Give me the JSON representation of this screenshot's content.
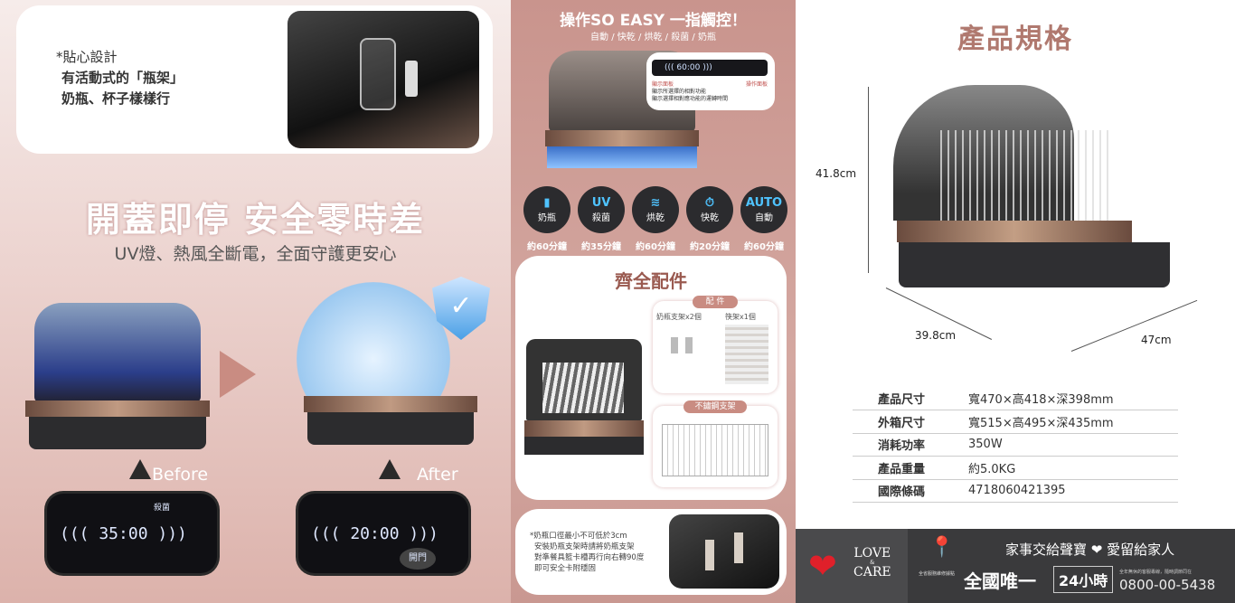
{
  "left": {
    "note_lines": [
      "*貼心設計",
      "有活動式的「瓶架」",
      "奶瓶、杯子樣樣行"
    ],
    "headline": "開蓋即停 安全零時差",
    "subhead": "UV燈、熱風全斷電，全面守護更安心",
    "before_label": "Before",
    "after_label": "After",
    "before_display": "((( 35:00 )))",
    "before_badge": "殺菌",
    "after_display": "((( 20:00 )))",
    "after_badge": "開門"
  },
  "mid": {
    "title": "操作SO EASY 一指觸控！",
    "subtitle": "自動 / 快乾 / 烘乾 / 殺菌 / 奶瓶",
    "panel_display": "((( 60:00 )))",
    "panel_label_left": "顯示面板",
    "panel_label_right": "操作面板",
    "panel_desc": [
      "顯示所選擇的相對功能",
      "顯示選擇相對應功能的運轉時間"
    ],
    "modes": [
      {
        "icon": "bottle-icon",
        "glyph": "▮",
        "label": "奶瓶",
        "time": "約60分鐘"
      },
      {
        "icon": "uv-icon",
        "glyph": "UV",
        "label": "殺菌",
        "time": "約35分鐘"
      },
      {
        "icon": "wind-icon",
        "glyph": "≋",
        "label": "烘乾",
        "time": "約60分鐘"
      },
      {
        "icon": "stopwatch-icon",
        "glyph": "⏱",
        "label": "快乾",
        "time": "約20分鐘"
      },
      {
        "icon": "auto-icon",
        "glyph": "AUTO",
        "label": "自動",
        "time": "約60分鐘"
      }
    ],
    "accessories_title": "齊全配件",
    "parts_badge": "配 件",
    "part1": "奶瓶支架x2個",
    "part2": "筷架x1個",
    "rack_badge": "不鏽鋼支架",
    "note_lines": [
      "*奶瓶口徑最小不可低於3cm",
      "安裝奶瓶支架時請將奶瓶支架",
      "對準餐具籃卡槽再行向右轉90度",
      "即可安全卡附穩固"
    ]
  },
  "right": {
    "title": "產品規格",
    "height_dim": "41.8cm",
    "depth_dim": "39.8cm",
    "width_dim": "47cm",
    "specs": [
      {
        "label": "產品尺寸",
        "value": "寬470×高418×深398mm"
      },
      {
        "label": "外箱尺寸",
        "value": "寬515×高495×深435mm"
      },
      {
        "label": "消耗功率",
        "value": "350W"
      },
      {
        "label": "產品重量",
        "value": "約5.0KG"
      },
      {
        "label": "國際條碼",
        "value": "4718060421395"
      }
    ],
    "footer": {
      "logo_top": "LOVE",
      "logo_amp": "&",
      "logo_bottom": "CARE",
      "map_caption": "全省服務維修據點",
      "slogan": "家事交給聲寶 ❤ 愛留給家人",
      "unique": "全國唯一",
      "hours": "24小時",
      "hotline_caption": "全年無休的客服專線，隨時調節同在",
      "phone": "0800-00-5438"
    }
  }
}
